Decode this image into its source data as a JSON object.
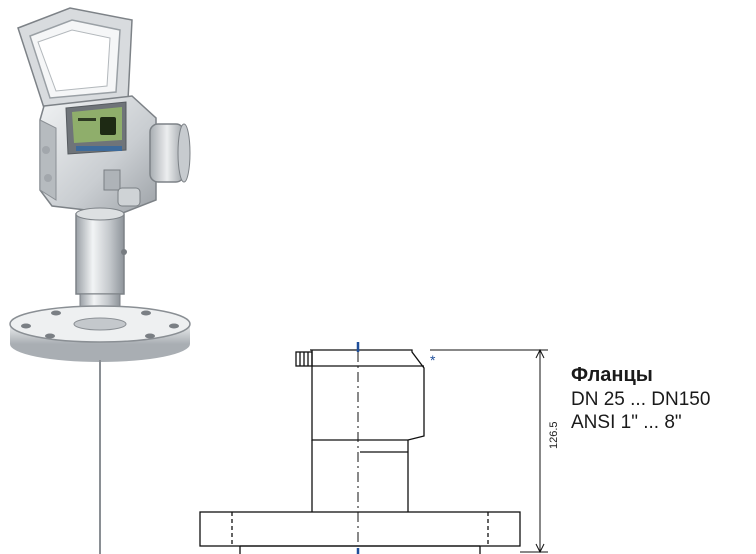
{
  "labels": {
    "title": "Фланцы",
    "line1": "DN 25 ... DN150",
    "line2": "ANSI 1\" ... 8\""
  },
  "dimension": {
    "value": "126.5"
  },
  "marker": {
    "symbol": "*"
  },
  "colors": {
    "line": "#111111",
    "accent_blue": "#1f4e9a",
    "metal_light": "#e6e8ea",
    "metal_mid": "#b9bdc1",
    "metal_dark": "#8c9196",
    "screen": "#8fae6b"
  }
}
